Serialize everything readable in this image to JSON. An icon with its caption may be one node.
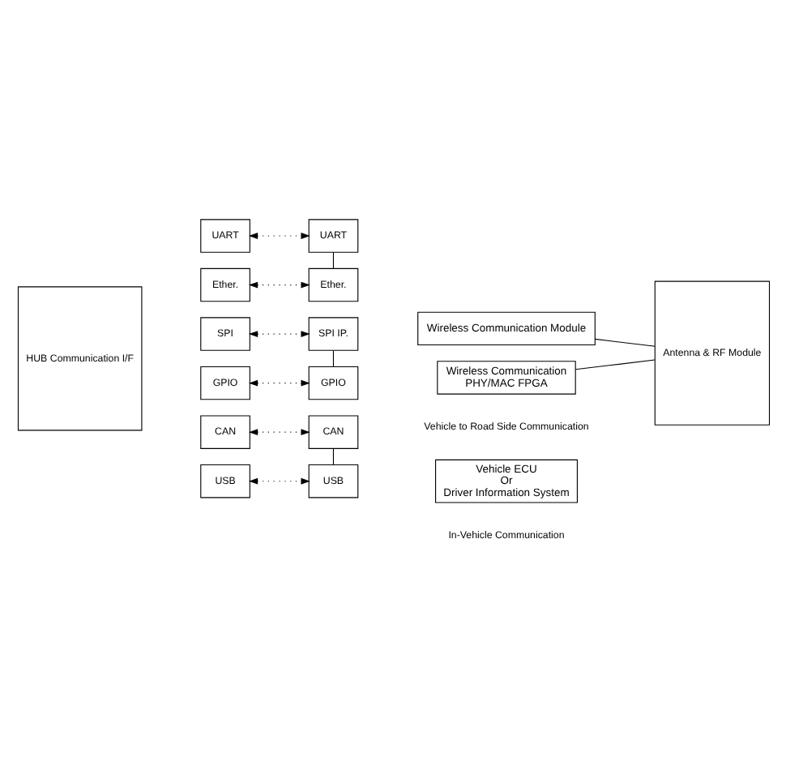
{
  "diagram": {
    "nodes": [
      {
        "text": [
          "HUB Communication I/F"
        ]
      },
      {
        "text": [
          "UART"
        ]
      },
      {
        "text": [
          "Ether."
        ]
      },
      {
        "text": [
          "SPI"
        ]
      },
      {
        "text": [
          "GPIO"
        ]
      },
      {
        "text": [
          "CAN"
        ]
      },
      {
        "text": [
          "USB"
        ]
      },
      {
        "text": [
          "UART"
        ]
      },
      {
        "text": [
          "Ether."
        ]
      },
      {
        "text": [
          "SPI IP."
        ]
      },
      {
        "text": [
          "GPIO"
        ]
      },
      {
        "text": [
          "CAN"
        ]
      },
      {
        "text": [
          "USB"
        ]
      },
      {
        "text": [
          "Wireless Communication Module"
        ]
      },
      {
        "text": [
          "Wireless Communication",
          "PHY/MAC FPGA"
        ]
      },
      {
        "text": [
          "Vehicle ECU",
          "Or",
          "Driver Information System"
        ]
      },
      {
        "text": [
          "Antenna & RF Module"
        ]
      }
    ],
    "edges": [
      {
        "from": 1,
        "to": 7,
        "arrow": "both",
        "style": "dashed"
      },
      {
        "from": 2,
        "to": 8,
        "arrow": "both",
        "style": "dashed"
      },
      {
        "from": 3,
        "to": 9,
        "arrow": "both",
        "style": "dashed"
      },
      {
        "from": 4,
        "to": 10,
        "arrow": "both",
        "style": "dashed"
      },
      {
        "from": 5,
        "to": 11,
        "arrow": "both",
        "style": "dashed"
      },
      {
        "from": 6,
        "to": 12,
        "arrow": "both",
        "style": "dashed"
      },
      {
        "from": 7,
        "to": 8,
        "arrow": "none"
      },
      {
        "from": 9,
        "to": 10,
        "arrow": "none"
      },
      {
        "from": 11,
        "to": 12,
        "arrow": "none"
      },
      {
        "from": 13,
        "to": 16,
        "arrow": "none"
      },
      {
        "from": 14,
        "to": 16,
        "arrow": "none"
      }
    ],
    "labels": [
      "Vehicle to Road Side Communication",
      "In-Vehicle Communication"
    ]
  }
}
